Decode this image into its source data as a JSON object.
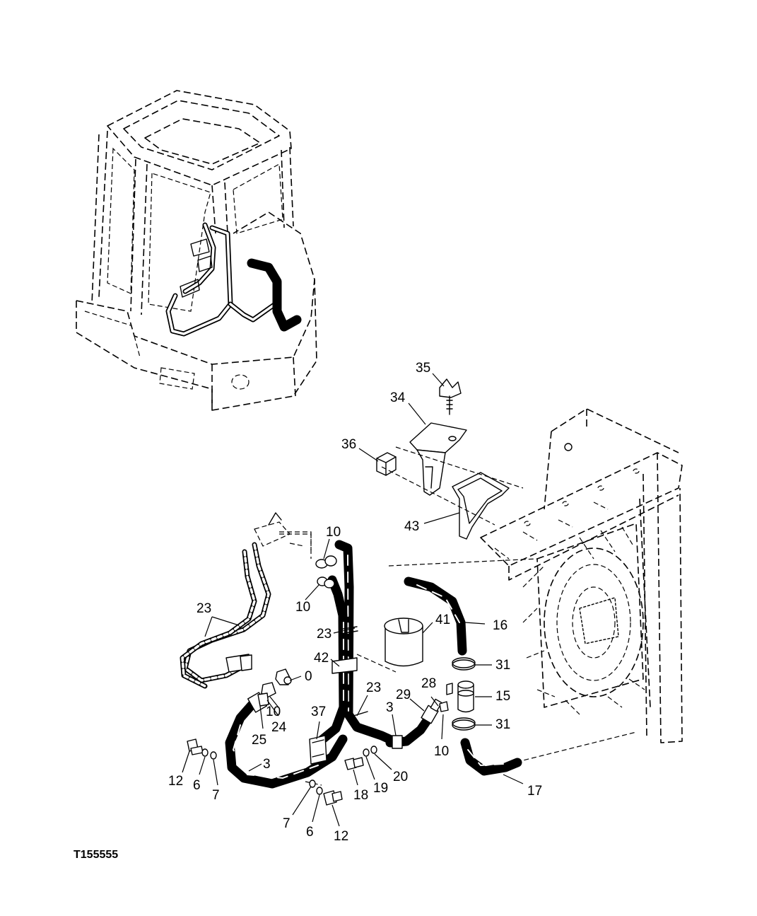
{
  "figure": {
    "id": "T155555"
  },
  "callouts": {
    "c35": "35",
    "c34": "34",
    "c36": "36",
    "c43": "43",
    "c10a": "10",
    "c10b": "10",
    "c23a": "23",
    "c23b": "23",
    "c41": "41",
    "c16": "16",
    "c42": "42",
    "c31a": "31",
    "c0": "0",
    "c28": "28",
    "c23c": "23",
    "c29": "29",
    "c15": "15",
    "c10c": "10",
    "c24": "24",
    "c25": "25",
    "c3a": "3",
    "c31b": "31",
    "c37": "37",
    "c10d": "10",
    "c3b": "3",
    "c12a": "12",
    "c6a": "6",
    "c7a": "7",
    "c20": "20",
    "c19": "19",
    "c18": "18",
    "c17": "17",
    "c7b": "7",
    "c6b": "6",
    "c12b": "12"
  }
}
